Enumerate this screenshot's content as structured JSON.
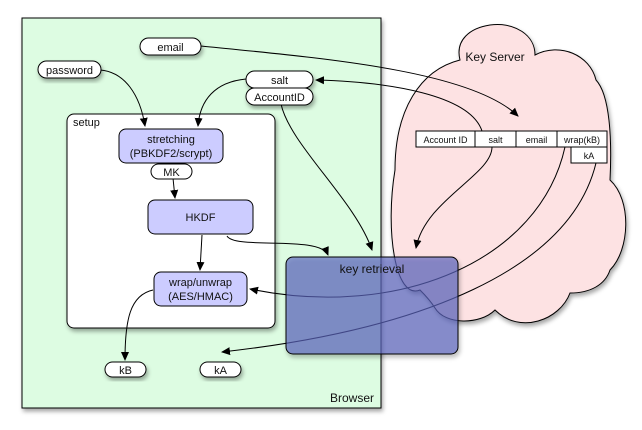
{
  "browser": {
    "label": "Browser"
  },
  "key_server": {
    "label": "Key Server",
    "table": {
      "columns": [
        "Account ID",
        "salt",
        "email",
        "wrap(kB)"
      ],
      "extra_cell": "kA"
    }
  },
  "setup": {
    "label": "setup"
  },
  "inputs": {
    "email": "email",
    "password": "password",
    "salt": "salt",
    "account_id": "AccountID"
  },
  "processes": {
    "stretching_line1": "stretching",
    "stretching_line2": "(PBKDF2/scrypt)",
    "mk": "MK",
    "hkdf": "HKDF",
    "wrap_line1": "wrap/unwrap",
    "wrap_line2": "(AES/HMAC)",
    "key_retrieval": "key retrieval"
  },
  "outputs": {
    "kb": "kB",
    "ka": "kA"
  },
  "colors": {
    "browser_bg": "#ddfce2",
    "server_bg": "#fde2e3",
    "process_bg": "#ccccff",
    "retrieval_bg": "#7f86c8"
  }
}
